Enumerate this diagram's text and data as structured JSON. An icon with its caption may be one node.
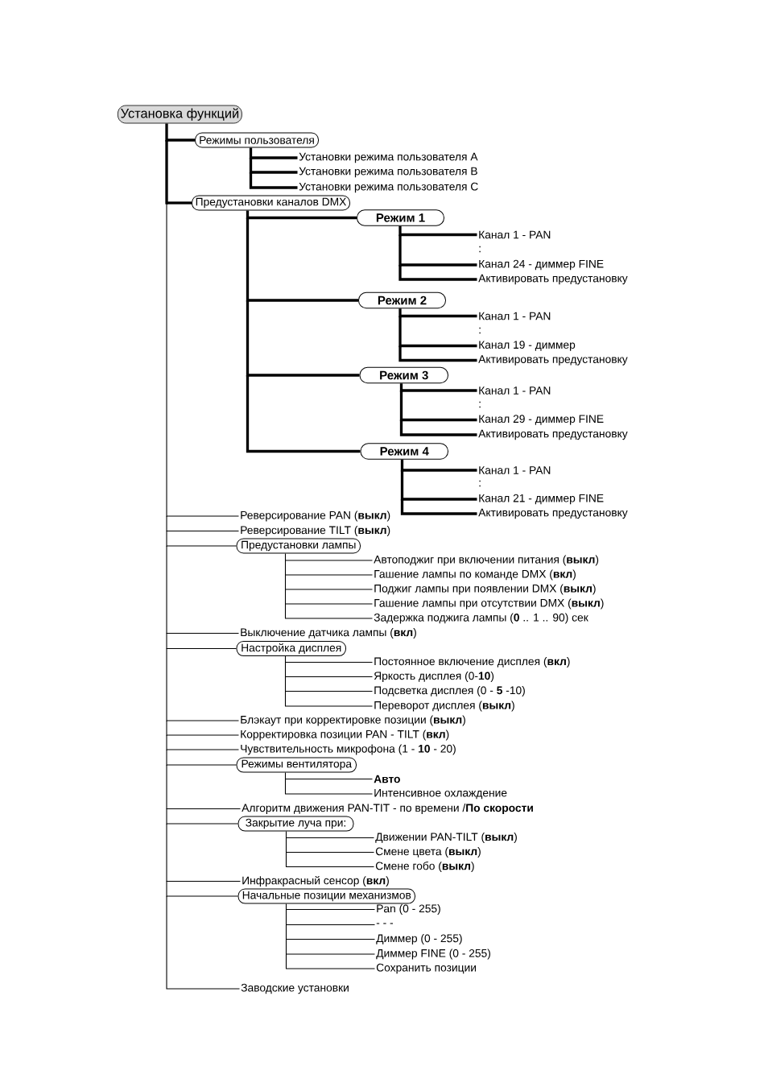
{
  "diagram": {
    "nodes": [
      {
        "text": [
          "Установка функций"
        ]
      },
      {
        "text": [
          "Режимы пользователя"
        ]
      },
      {
        "text": [
          "Установки режима пользователя A"
        ]
      },
      {
        "text": [
          "Установки режима пользователя B"
        ]
      },
      {
        "text": [
          "Установки режима пользователя C"
        ]
      },
      {
        "text": [
          "Предустановки каналов DMX"
        ]
      },
      {
        "text": [
          "Режим 1"
        ]
      },
      {
        "text": [
          "Канал 1 - PAN"
        ]
      },
      {
        "text": [
          "Канал 24 - диммер FINE"
        ]
      },
      {
        "text": [
          "Активировать предустановку"
        ]
      },
      {
        "text": [
          "Режим 2"
        ]
      },
      {
        "text": [
          "Канал 1 - PAN"
        ]
      },
      {
        "text": [
          "Канал 19 - диммер"
        ]
      },
      {
        "text": [
          "Активировать предустановку"
        ]
      },
      {
        "text": [
          "Режим 3"
        ]
      },
      {
        "text": [
          "Канал 1 - PAN"
        ]
      },
      {
        "text": [
          "Канал 29 - диммер FINE"
        ]
      },
      {
        "text": [
          "Активировать предустановку"
        ]
      },
      {
        "text": [
          "Режим 4"
        ]
      },
      {
        "text": [
          "Канал 1 - PAN"
        ]
      },
      {
        "text": [
          "Канал 21 - диммер FINE"
        ]
      },
      {
        "text": [
          "Активировать предустановку"
        ]
      },
      {
        "text": [
          "Реверсирование PAN (**выкл**)"
        ]
      },
      {
        "text": [
          "Реверсирование TILT (**выкл**)"
        ]
      },
      {
        "text": [
          "Предустановки лампы"
        ]
      },
      {
        "text": [
          "Автоподжиг при включении питания (**выкл**)"
        ]
      },
      {
        "text": [
          "Гашение лампы по команде DMX (**вкл**)"
        ]
      },
      {
        "text": [
          "Поджиг лампы при появлении DMX (**выкл**)"
        ]
      },
      {
        "text": [
          "Гашение лампы при отсутствии DMX (**выкл**)"
        ]
      },
      {
        "text": [
          "Задержка поджига лампы (**0** .. 1 .. 90) сек"
        ]
      },
      {
        "text": [
          "Выключение датчика лампы (**вкл**)"
        ]
      },
      {
        "text": [
          "Настройка дисплея"
        ]
      },
      {
        "text": [
          "Постоянное включение дисплея (**вкл**)"
        ]
      },
      {
        "text": [
          "Яркость дисплея (0-**10**)"
        ]
      },
      {
        "text": [
          "Подсветка дисплея (0 - **5** -10)"
        ]
      },
      {
        "text": [
          "Переворот дисплея (**выкл**)"
        ]
      },
      {
        "text": [
          "Блэкаут при корректировке позиции (**выкл**)"
        ]
      },
      {
        "text": [
          "Корректировка позиции PAN - TILT (**вкл**)"
        ]
      },
      {
        "text": [
          "Чувствительность микрофона (1 - **10** - 20)"
        ]
      },
      {
        "text": [
          "Режимы вентилятора"
        ]
      },
      {
        "text": [
          "Авто"
        ]
      },
      {
        "text": [
          "Интенсивное охлаждение"
        ]
      },
      {
        "text": [
          "Алгоритм движения PAN-TIT - по времени /**По скорости**"
        ]
      },
      {
        "text": [
          "Закрытие луча при:"
        ]
      },
      {
        "text": [
          "Движении PAN-TILT (**выкл**)"
        ]
      },
      {
        "text": [
          "Смене цвета (**выкл**)"
        ]
      },
      {
        "text": [
          "Смене гобо (**выкл**)"
        ]
      },
      {
        "text": [
          "Инфракрасный сенсор (**вкл**)"
        ]
      },
      {
        "text": [
          "Начальные позиции механизмов"
        ]
      },
      {
        "text": [
          "Pan (0 - 255)"
        ]
      },
      {
        "text": [
          "- - -"
        ]
      },
      {
        "text": [
          "Диммер (0 - 255)"
        ]
      },
      {
        "text": [
          "Диммер FINE (0 - 255)"
        ]
      },
      {
        "text": [
          "Сохранить позиции"
        ]
      },
      {
        "text": [
          "Заводские установки"
        ]
      }
    ],
    "edges": [
      {
        "from": 0,
        "to": 1,
        "arrow": "none",
        "style": "thick"
      },
      {
        "from": 1,
        "to": 2,
        "arrow": "none",
        "style": "thick"
      },
      {
        "from": 1,
        "to": 3,
        "arrow": "none",
        "style": "thick"
      },
      {
        "from": 1,
        "to": 4,
        "arrow": "none",
        "style": "thick"
      },
      {
        "from": 0,
        "to": 5,
        "arrow": "none",
        "style": "thick"
      },
      {
        "from": 5,
        "to": 6,
        "arrow": "none",
        "style": "thick"
      },
      {
        "from": 6,
        "to": 7,
        "arrow": "none",
        "style": "thick"
      },
      {
        "from": 6,
        "to": 8,
        "arrow": "none",
        "style": "thick"
      },
      {
        "from": 6,
        "to": 9,
        "arrow": "none",
        "style": "thick"
      },
      {
        "from": 5,
        "to": 10,
        "arrow": "none",
        "style": "thick"
      },
      {
        "from": 10,
        "to": 11,
        "arrow": "none",
        "style": "thick"
      },
      {
        "from": 10,
        "to": 12,
        "arrow": "none",
        "style": "thick"
      },
      {
        "from": 10,
        "to": 13,
        "arrow": "none",
        "style": "thick"
      },
      {
        "from": 5,
        "to": 14,
        "arrow": "none",
        "style": "thick"
      },
      {
        "from": 14,
        "to": 15,
        "arrow": "none",
        "style": "thick"
      },
      {
        "from": 14,
        "to": 16,
        "arrow": "none",
        "style": "thick"
      },
      {
        "from": 14,
        "to": 17,
        "arrow": "none",
        "style": "thick"
      },
      {
        "from": 5,
        "to": 18,
        "arrow": "none",
        "style": "thick"
      },
      {
        "from": 18,
        "to": 19,
        "arrow": "none",
        "style": "thick"
      },
      {
        "from": 18,
        "to": 20,
        "arrow": "none",
        "style": "thick"
      },
      {
        "from": 18,
        "to": 21,
        "arrow": "none",
        "style": "thick"
      },
      {
        "from": 0,
        "to": 22,
        "arrow": "none"
      },
      {
        "from": 0,
        "to": 23,
        "arrow": "none"
      },
      {
        "from": 0,
        "to": 24,
        "arrow": "none"
      },
      {
        "from": 24,
        "to": 25,
        "arrow": "none"
      },
      {
        "from": 24,
        "to": 26,
        "arrow": "none"
      },
      {
        "from": 24,
        "to": 27,
        "arrow": "none"
      },
      {
        "from": 24,
        "to": 28,
        "arrow": "none"
      },
      {
        "from": 24,
        "to": 29,
        "arrow": "none"
      },
      {
        "from": 0,
        "to": 30,
        "arrow": "none"
      },
      {
        "from": 0,
        "to": 31,
        "arrow": "none"
      },
      {
        "from": 31,
        "to": 32,
        "arrow": "none"
      },
      {
        "from": 31,
        "to": 33,
        "arrow": "none"
      },
      {
        "from": 31,
        "to": 34,
        "arrow": "none"
      },
      {
        "from": 31,
        "to": 35,
        "arrow": "none"
      },
      {
        "from": 0,
        "to": 36,
        "arrow": "none"
      },
      {
        "from": 0,
        "to": 37,
        "arrow": "none"
      },
      {
        "from": 0,
        "to": 38,
        "arrow": "none"
      },
      {
        "from": 0,
        "to": 39,
        "arrow": "none"
      },
      {
        "from": 39,
        "to": 40,
        "arrow": "none"
      },
      {
        "from": 39,
        "to": 41,
        "arrow": "none"
      },
      {
        "from": 0,
        "to": 42,
        "arrow": "none"
      },
      {
        "from": 0,
        "to": 43,
        "arrow": "none"
      },
      {
        "from": 43,
        "to": 44,
        "arrow": "none"
      },
      {
        "from": 43,
        "to": 45,
        "arrow": "none"
      },
      {
        "from": 43,
        "to": 46,
        "arrow": "none"
      },
      {
        "from": 0,
        "to": 47,
        "arrow": "none"
      },
      {
        "from": 0,
        "to": 48,
        "arrow": "none"
      },
      {
        "from": 48,
        "to": 49,
        "arrow": "none"
      },
      {
        "from": 48,
        "to": 50,
        "arrow": "none"
      },
      {
        "from": 48,
        "to": 51,
        "arrow": "none"
      },
      {
        "from": 48,
        "to": 52,
        "arrow": "none"
      },
      {
        "from": 48,
        "to": 53,
        "arrow": "none"
      },
      {
        "from": 0,
        "to": 54,
        "arrow": "none"
      }
    ],
    "labels": [
      ":",
      ":",
      ":",
      ":"
    ]
  }
}
